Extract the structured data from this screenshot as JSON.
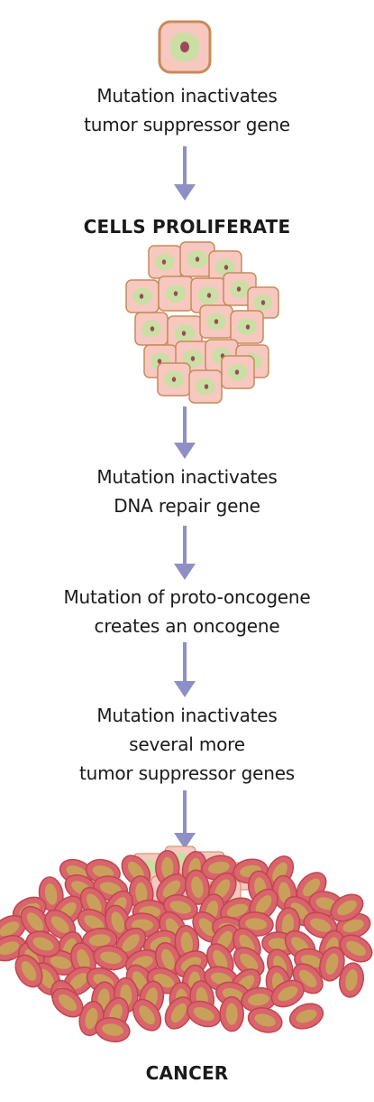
{
  "steps": [
    {
      "lines": [
        "Mutation inactivates",
        "tumor suppressor gene"
      ]
    },
    {
      "lines": [
        "Mutation inactivates",
        "DNA repair gene"
      ]
    },
    {
      "lines": [
        "Mutation of proto-oncogene",
        "creates an oncogene"
      ]
    },
    {
      "lines": [
        "Mutation inactivates",
        "several more",
        "tumor suppressor genes"
      ]
    }
  ],
  "stages": {
    "proliferate": "CELLS PROLIFERATE",
    "cancer": "CANCER"
  },
  "colors": {
    "arrow": "#8f8fc7",
    "normal_cell_fill": "#f7c8c0",
    "normal_cell_border": "#c98a5a",
    "cytoplasm": "#c9dfa4",
    "nucleus": "#9a4a5a",
    "cancer_cell_fill": "#d9646c",
    "cancer_cell_border": "#c2454f",
    "cancer_nucleus": "#c9a05a"
  },
  "icons": [
    "normal-cell-icon",
    "proliferating-cells-icon",
    "tumor-icon",
    "arrow-down-icon"
  ]
}
